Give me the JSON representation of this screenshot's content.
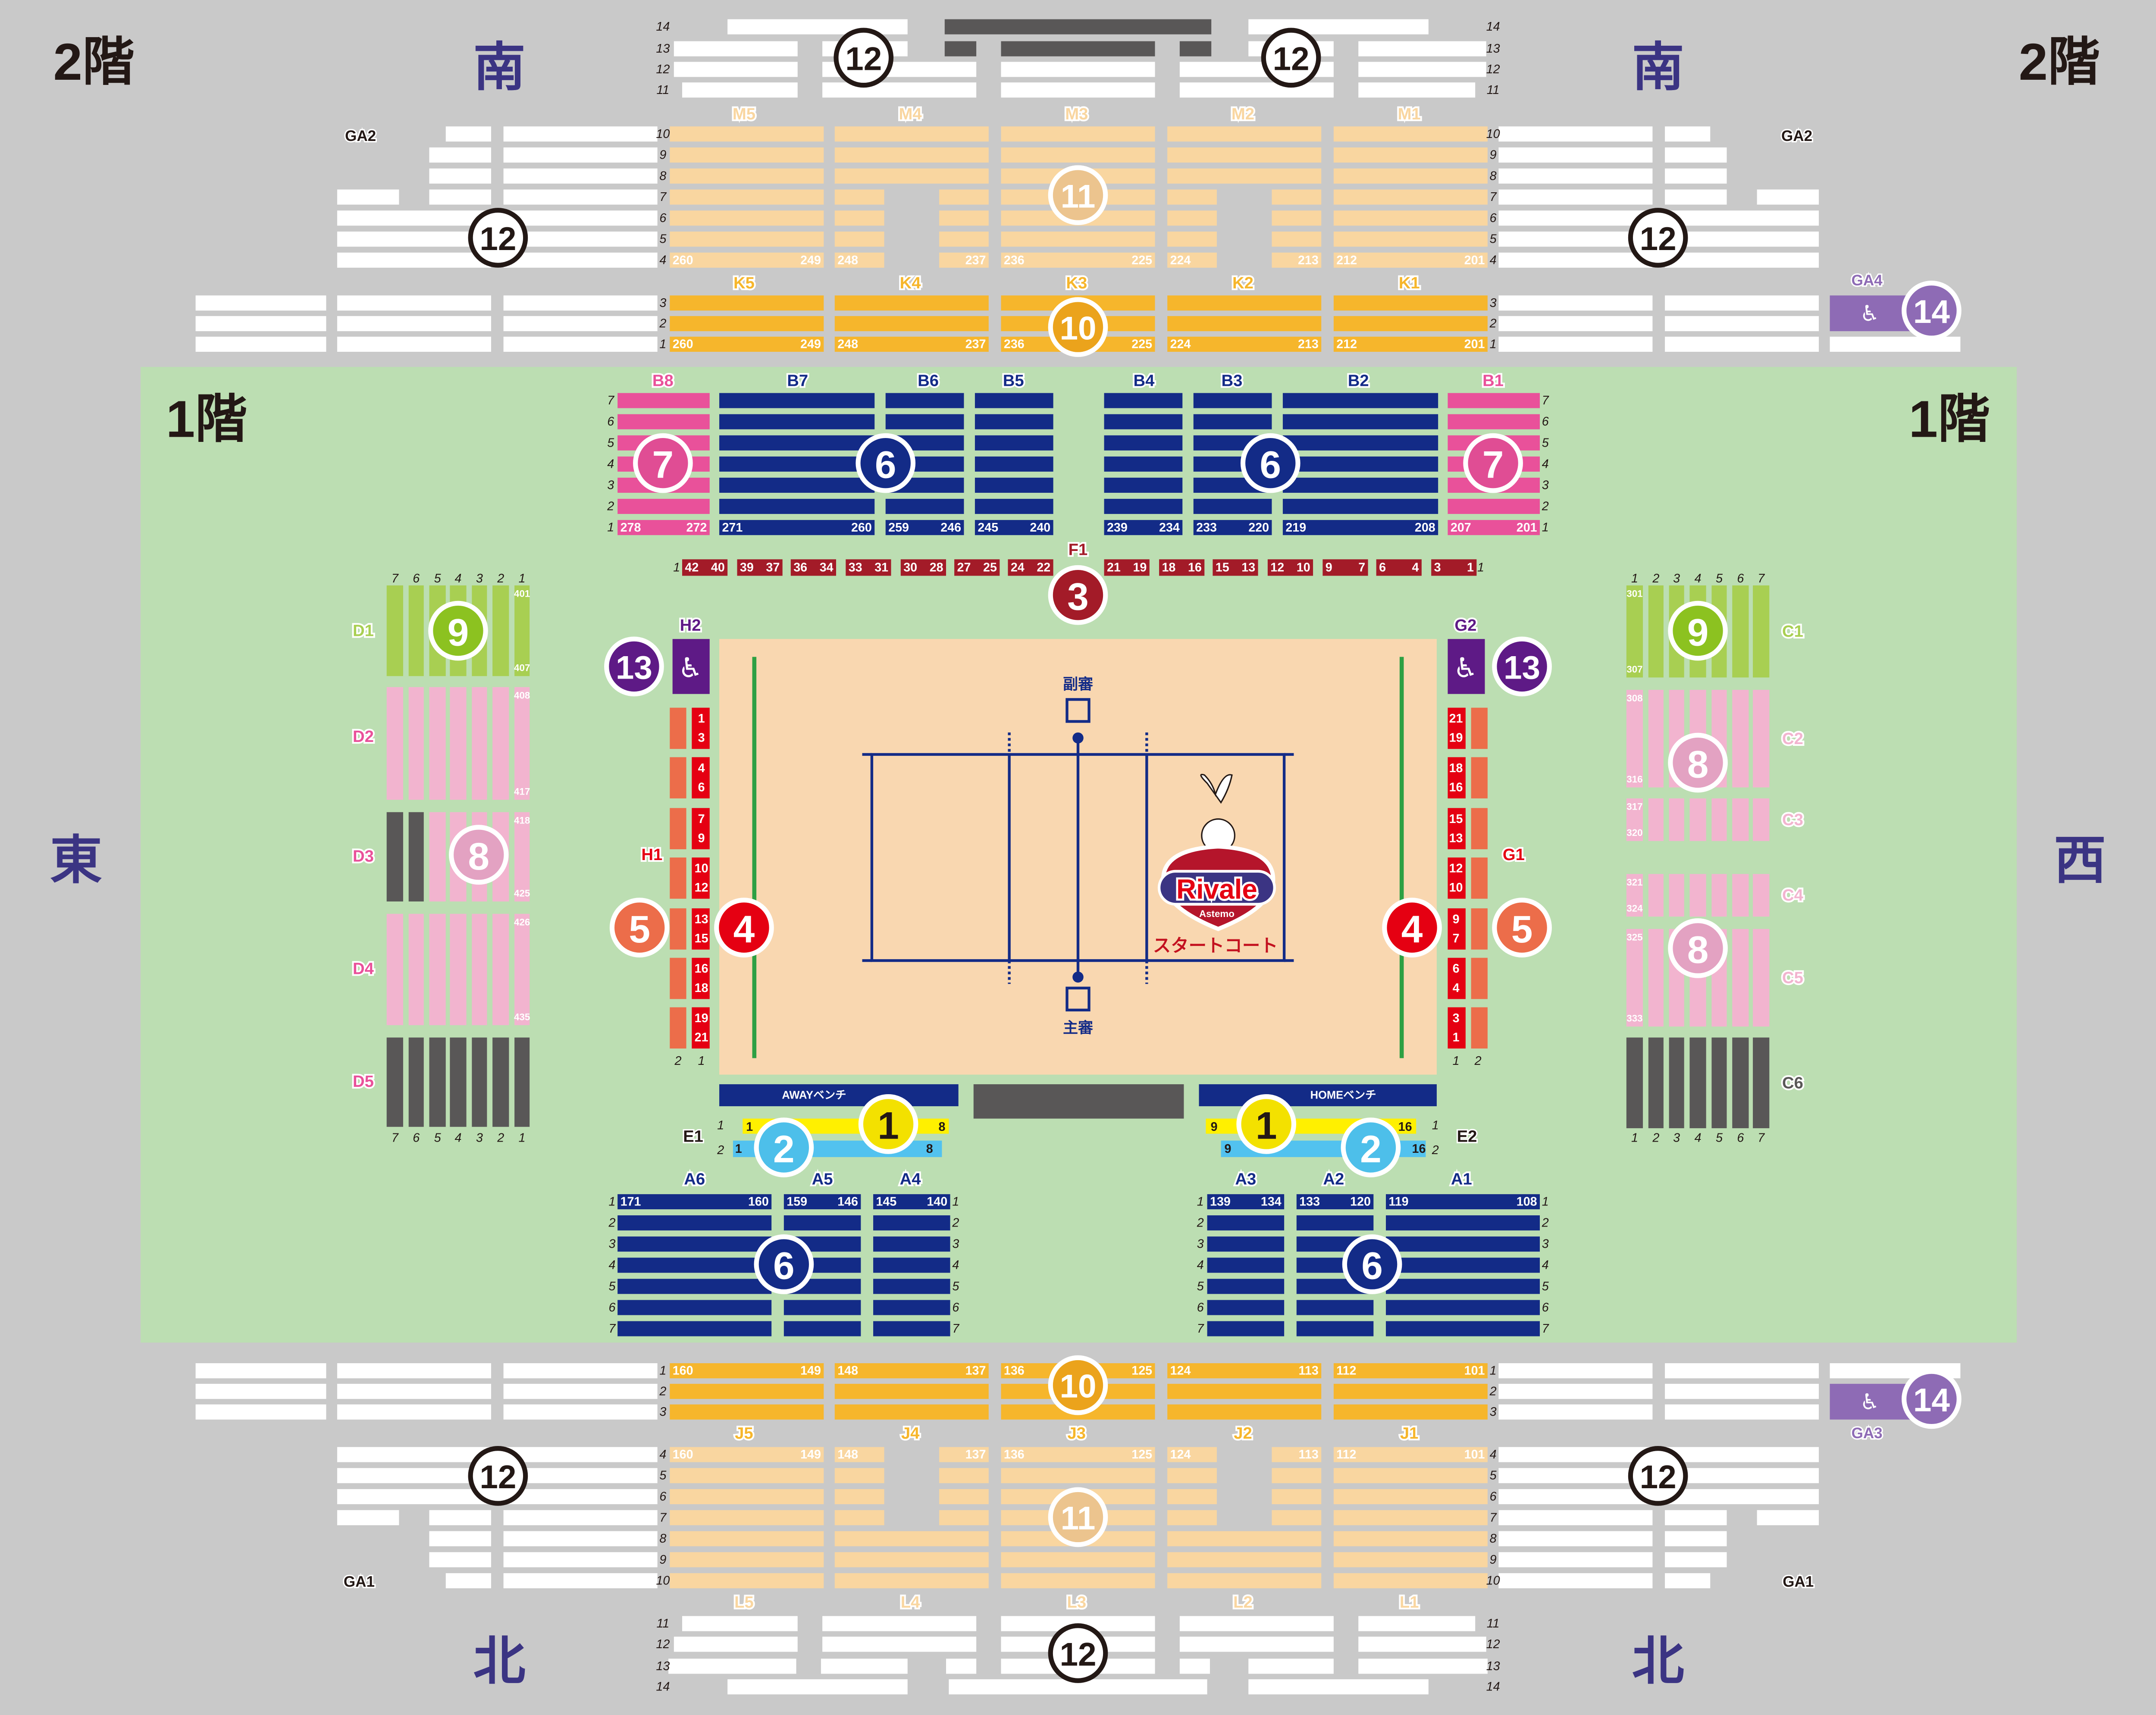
{
  "floor_labels": {
    "f2": "2階",
    "f1": "1階"
  },
  "directions": {
    "south": "南",
    "north": "北",
    "east": "東",
    "west": "西"
  },
  "ga": {
    "ga1": "GA1",
    "ga2": "GA2",
    "ga3": "GA3",
    "ga4": "GA4"
  },
  "upper_south": {
    "outer_rows": [
      "14",
      "13",
      "12",
      "11"
    ],
    "m_blocks": [
      "M5",
      "M4",
      "M3",
      "M2",
      "M1"
    ],
    "m_rows": [
      "10",
      "9",
      "8",
      "7",
      "6",
      "5",
      "4"
    ],
    "k_blocks": [
      "K5",
      "K4",
      "K3",
      "K2",
      "K1"
    ],
    "k_rows": [
      "3",
      "2",
      "1"
    ],
    "seat_ranges": [
      [
        "260",
        "249"
      ],
      [
        "248",
        "237"
      ],
      [
        "236",
        "225"
      ],
      [
        "224",
        "213"
      ],
      [
        "212",
        "201"
      ]
    ]
  },
  "upper_north": {
    "front_rows": [
      "1",
      "2",
      "3"
    ],
    "j_blocks": [
      "J5",
      "J4",
      "J3",
      "J2",
      "J1"
    ],
    "j_rows": [
      "4",
      "5",
      "6",
      "7",
      "8",
      "9",
      "10"
    ],
    "l_blocks": [
      "L5",
      "L4",
      "L3",
      "L2",
      "L1"
    ],
    "l_rows": [
      "11",
      "12",
      "13",
      "14"
    ],
    "seat_ranges": [
      [
        "160",
        "149"
      ],
      [
        "148",
        "137"
      ],
      [
        "136",
        "125"
      ],
      [
        "124",
        "113"
      ],
      [
        "112",
        "101"
      ]
    ]
  },
  "b_section": {
    "rows": [
      "7",
      "6",
      "5",
      "4",
      "3",
      "2",
      "1"
    ],
    "blocks": [
      {
        "name": "B8",
        "from": "278",
        "to": "272"
      },
      {
        "name": "B7",
        "from": "271",
        "to": "260"
      },
      {
        "name": "B6",
        "from": "259",
        "to": "246"
      },
      {
        "name": "B5",
        "from": "245",
        "to": "240"
      },
      {
        "name": "B4",
        "from": "239",
        "to": "234"
      },
      {
        "name": "B3",
        "from": "233",
        "to": "220"
      },
      {
        "name": "B2",
        "from": "219",
        "to": "208"
      },
      {
        "name": "B1",
        "from": "207",
        "to": "201"
      }
    ]
  },
  "f1": {
    "label": "F1",
    "row": "1",
    "pairs": [
      [
        "42",
        "40"
      ],
      [
        "39",
        "37"
      ],
      [
        "36",
        "34"
      ],
      [
        "33",
        "31"
      ],
      [
        "30",
        "28"
      ],
      [
        "27",
        "25"
      ],
      [
        "24",
        "22"
      ],
      [
        "21",
        "19"
      ],
      [
        "18",
        "16"
      ],
      [
        "15",
        "13"
      ],
      [
        "12",
        "10"
      ],
      [
        "9",
        "7"
      ],
      [
        "6",
        "4"
      ],
      [
        "3",
        "1"
      ]
    ]
  },
  "court": {
    "sub_referee": "副審",
    "main_referee": "主審",
    "logo_text": "Rivale",
    "logo_sub": "Astemo",
    "start_court": "スタートコート"
  },
  "h": {
    "h2": "H2",
    "h1": "H1",
    "cols": [
      "2",
      "1"
    ],
    "pairs": [
      [
        "1",
        "3"
      ],
      [
        "4",
        "6"
      ],
      [
        "7",
        "9"
      ],
      [
        "10",
        "12"
      ],
      [
        "13",
        "15"
      ],
      [
        "16",
        "18"
      ],
      [
        "19",
        "21"
      ]
    ]
  },
  "g": {
    "g2": "G2",
    "g1": "G1",
    "cols": [
      "1",
      "2"
    ],
    "pairs": [
      [
        "21",
        "19"
      ],
      [
        "18",
        "16"
      ],
      [
        "15",
        "13"
      ],
      [
        "12",
        "10"
      ],
      [
        "9",
        "7"
      ],
      [
        "6",
        "4"
      ],
      [
        "3",
        "1"
      ]
    ]
  },
  "d": {
    "cols": [
      "7",
      "6",
      "5",
      "4",
      "3",
      "2",
      "1"
    ],
    "blocks": [
      {
        "name": "D1",
        "from": "401",
        "to": "407"
      },
      {
        "name": "D2",
        "from": "408",
        "to": "417"
      },
      {
        "name": "D3",
        "from": "418",
        "to": "425"
      },
      {
        "name": "D4",
        "from": "426",
        "to": "435"
      },
      {
        "name": "D5",
        "from": "",
        "to": ""
      }
    ]
  },
  "c": {
    "cols": [
      "1",
      "2",
      "3",
      "4",
      "5",
      "6",
      "7"
    ],
    "blocks": [
      {
        "name": "C1",
        "from": "301",
        "to": "307"
      },
      {
        "name": "C2",
        "from": "308",
        "to": "316"
      },
      {
        "name": "C3",
        "from": "317",
        "to": "320"
      },
      {
        "name": "C4",
        "from": "321",
        "to": "324"
      },
      {
        "name": "C5",
        "from": "325",
        "to": "333"
      },
      {
        "name": "C6",
        "from": "",
        "to": ""
      }
    ]
  },
  "benches": {
    "away": "AWAYベンチ",
    "home": "HOMEベンチ"
  },
  "e": {
    "e1": "E1",
    "e2": "E2",
    "e1_rows": [
      {
        "row": "1",
        "from": "1",
        "to": "8"
      },
      {
        "row": "2",
        "from": "1",
        "to": "8"
      }
    ],
    "e2_rows": [
      {
        "row": "1",
        "from": "9",
        "to": "16"
      },
      {
        "row": "2",
        "from": "9",
        "to": "16"
      }
    ]
  },
  "a_section": {
    "rows": [
      "1",
      "2",
      "3",
      "4",
      "5",
      "6",
      "7"
    ],
    "blocks": [
      {
        "name": "A6",
        "from": "171",
        "to": "160"
      },
      {
        "name": "A5",
        "from": "159",
        "to": "146"
      },
      {
        "name": "A4",
        "from": "145",
        "to": "140"
      },
      {
        "name": "A3",
        "from": "139",
        "to": "134"
      },
      {
        "name": "A2",
        "from": "133",
        "to": "120"
      },
      {
        "name": "A1",
        "from": "119",
        "to": "108"
      }
    ]
  },
  "markers": {
    "1": "1",
    "2": "2",
    "3": "3",
    "4": "4",
    "5": "5",
    "6": "6",
    "7": "7",
    "8": "8",
    "9": "9",
    "10": "10",
    "11": "11",
    "12": "12",
    "13": "13",
    "14": "14"
  },
  "colors": {
    "background": "#c9c9c9",
    "floor": "#bcdeb2",
    "court": "#f9d7b0",
    "navy": "#132b87",
    "pink": "#e9519a",
    "light_pink": "#f2b4cf",
    "green": "#a8cf52",
    "dark": "#595757",
    "light_orange": "#f9d6a0",
    "orange": "#f6b62c",
    "f1_red": "#a31b28",
    "red": "#e50012",
    "coral": "#ec6d4a",
    "purple": "#5e1a86",
    "yellow": "#fff000",
    "sky": "#52c2ef",
    "direction": "#3b3483"
  }
}
